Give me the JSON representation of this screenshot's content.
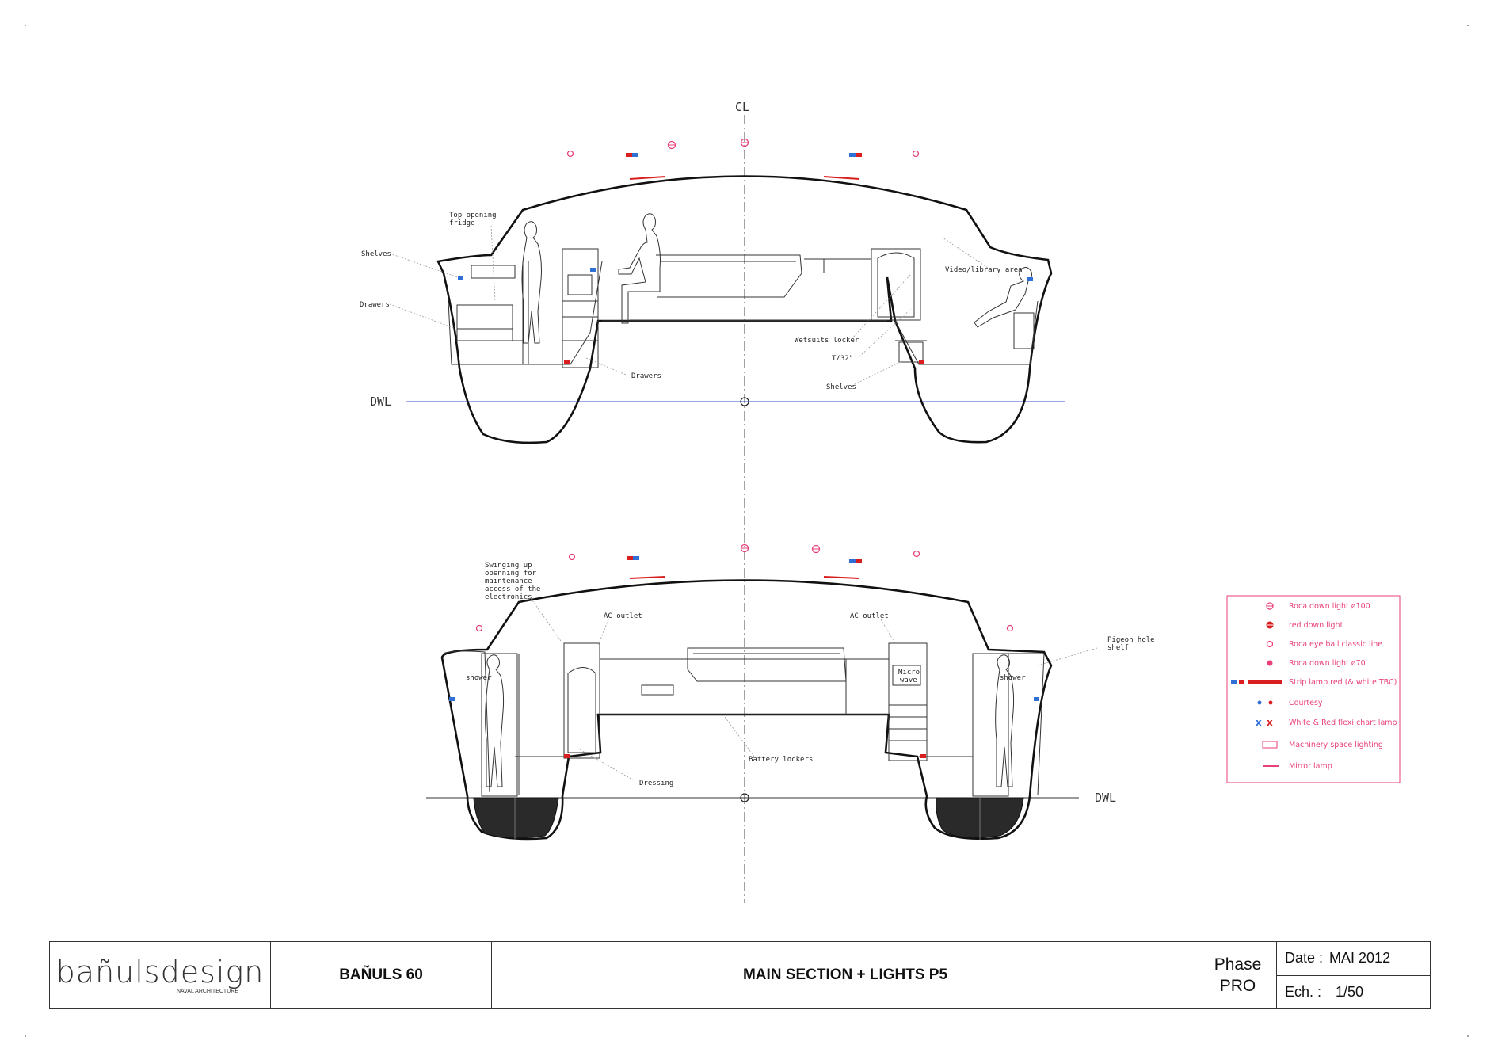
{
  "centerline_label": "CL",
  "waterline_label": "DWL",
  "upper_section": {
    "labels": {
      "top_opening_fridge": [
        "Top opening",
        "fridge"
      ],
      "shelves_left": "Shelves",
      "drawers_left": "Drawers",
      "drawers_center": "Drawers",
      "video_library": "Video/library area",
      "wetsuits_locker": "Wetsuits locker",
      "tv": "T/32\"",
      "shelves_right": "Shelves"
    }
  },
  "lower_section": {
    "labels": {
      "swinging": [
        "Swinging up",
        "openning for",
        "maintenance",
        "access of the",
        "electronics"
      ],
      "ac_outlet_left": "AC outlet",
      "ac_outlet_right": "AC outlet",
      "pigeon_hole": [
        "Pigeon hole",
        "shelf"
      ],
      "shower_left": "shower",
      "shower_right": "shower",
      "microwave": [
        "Micro",
        "wave"
      ],
      "battery_lockers": "Battery lockers",
      "dressing": "Dressing"
    }
  },
  "legend": {
    "items": [
      {
        "icon": "roca-down-light-100-icon",
        "label": "Roca down light ø100"
      },
      {
        "icon": "red-down-light-icon",
        "label": "red down light"
      },
      {
        "icon": "roca-eye-ball-icon",
        "label": "Roca eye ball classic line"
      },
      {
        "icon": "roca-down-light-70-icon",
        "label": "Roca down light ø70"
      },
      {
        "icon": "strip-lamp-icon",
        "label": "Strip lamp red (& white TBC)"
      },
      {
        "icon": "courtesy-icon",
        "label": "Courtesy"
      },
      {
        "icon": "flexi-chart-lamp-icon",
        "label": "White & Red flexi chart lamp"
      },
      {
        "icon": "machinery-lighting-icon",
        "label": "Machinery space lighting"
      },
      {
        "icon": "mirror-lamp-icon",
        "label": "Mirror lamp"
      }
    ],
    "colors": {
      "pink": "#e8417a",
      "red": "#d81e1e",
      "blue": "#2f6fd6"
    }
  },
  "title_block": {
    "logo_text": "bañulsdesign",
    "logo_subtitle": "NAVAL ARCHITECTURE",
    "project": "BAÑULS 60",
    "title": "MAIN SECTION + LIGHTS P5",
    "phase_label": "Phase",
    "phase_value": "PRO",
    "date_label": "Date :",
    "date_value": "MAI  2012",
    "scale_label": "Ech. :",
    "scale_value": "1/50"
  }
}
